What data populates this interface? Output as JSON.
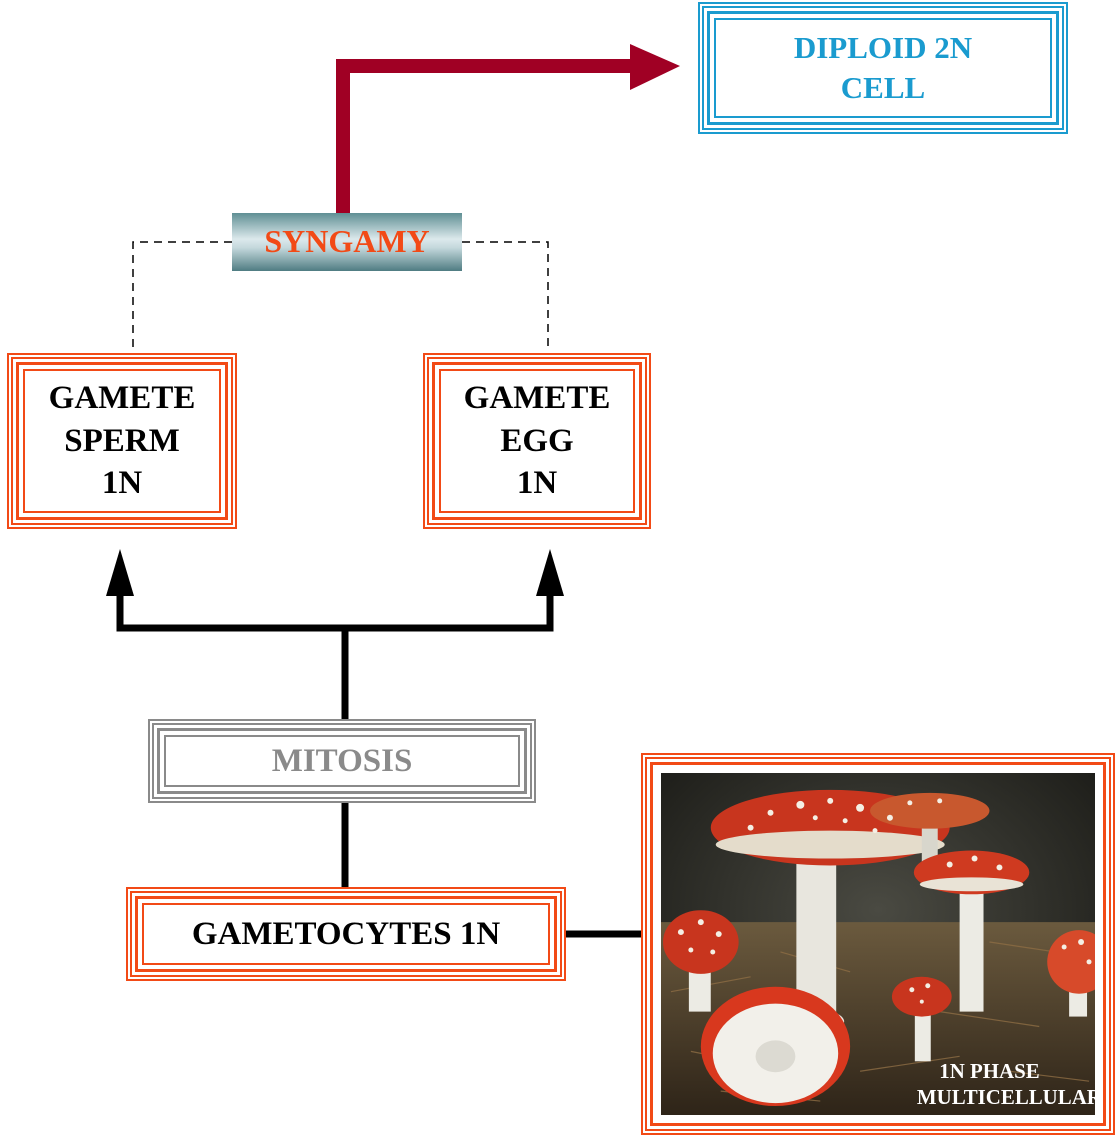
{
  "diagram": {
    "nodes": {
      "diploid": "DIPLOID 2N CELL",
      "diploid_line1": "DIPLOID 2N",
      "diploid_line2": "CELL",
      "syngamy": "SYNGAMY",
      "gamete_sperm": [
        "GAMETE",
        "SPERM",
        "1N"
      ],
      "gamete_egg": [
        "GAMETE",
        "EGG",
        "1N"
      ],
      "mitosis": "MITOSIS",
      "gametocytes": "GAMETOCYTES 1N"
    },
    "photo": {
      "subject": "fly agaric mushrooms",
      "caption_line1": "1N PHASE",
      "caption_line2": "MULTICELLULAR"
    },
    "colors": {
      "red_frame": "#f24a16",
      "blue_frame": "#1a9bcf",
      "gray_frame": "#8a8a8a",
      "syngamy_arrow": "#a00024",
      "syngamy_text": "#f24a16",
      "diploid_text": "#1a9bcf",
      "mitosis_text": "#8a8a8a"
    }
  }
}
